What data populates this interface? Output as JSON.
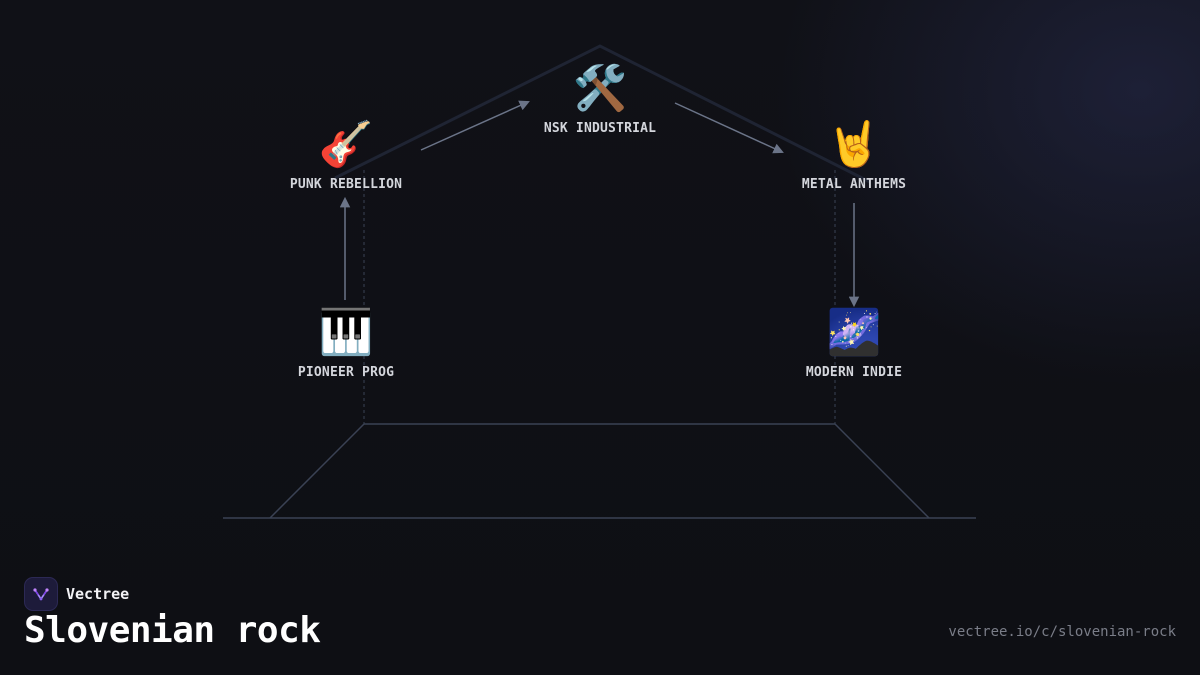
{
  "brand": {
    "name": "Vectree",
    "accent": "#8b5cf6"
  },
  "diagram": {
    "title": "Slovenian rock",
    "url": "vectree.io/c/slovenian-rock",
    "nodes": [
      {
        "id": "pioneer-prog",
        "label": "PIONEER PROG",
        "icon": "piano-icon",
        "emoji": "🎹"
      },
      {
        "id": "punk-rebellion",
        "label": "PUNK REBELLION",
        "icon": "guitar-icon",
        "emoji": "🎸"
      },
      {
        "id": "nsk-industrial",
        "label": "NSK INDUSTRIAL",
        "icon": "hammer-and-wrench-icon",
        "emoji": "🛠️"
      },
      {
        "id": "metal-anthems",
        "label": "METAL ANTHEMS",
        "icon": "rock-hand-icon",
        "emoji": "🤘"
      },
      {
        "id": "modern-indie",
        "label": "MODERN INDIE",
        "icon": "milky-way-icon",
        "emoji": "🌌"
      }
    ],
    "edges": [
      {
        "from": "pioneer-prog",
        "to": "punk-rebellion"
      },
      {
        "from": "punk-rebellion",
        "to": "nsk-industrial"
      },
      {
        "from": "nsk-industrial",
        "to": "metal-anthems"
      },
      {
        "from": "metal-anthems",
        "to": "modern-indie"
      }
    ]
  },
  "colors": {
    "background": "#0f1015",
    "line": "#3a4254",
    "arrow": "#6b7488",
    "label": "#d4d6dc"
  }
}
